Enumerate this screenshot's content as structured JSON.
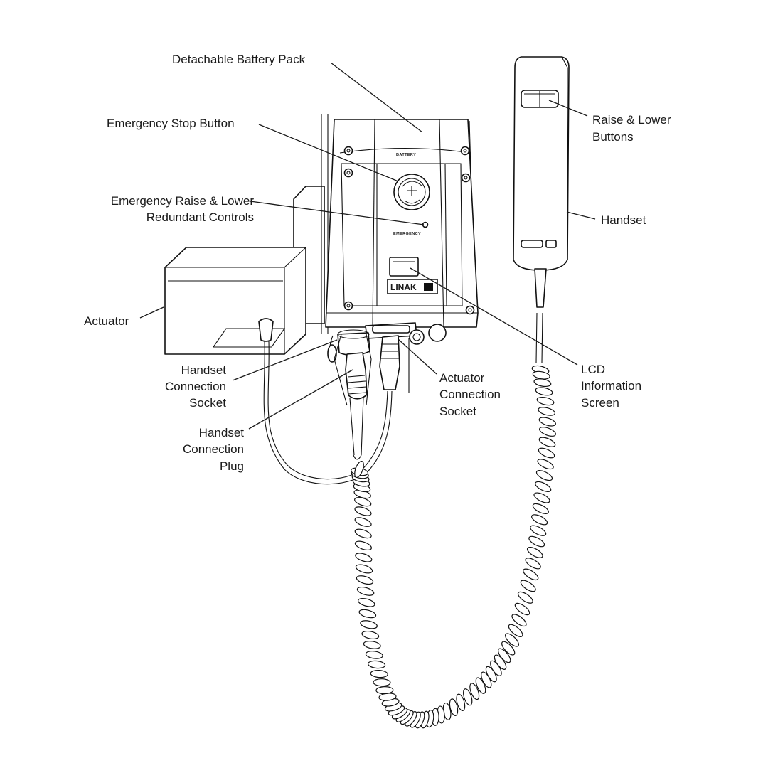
{
  "labels": {
    "battery_pack": "Detachable Battery Pack",
    "emergency_stop": "Emergency Stop Button",
    "emergency_controls_1": "Emergency Raise & Lower",
    "emergency_controls_2": "Redundant Controls",
    "actuator": "Actuator",
    "handset_socket_1": "Handset",
    "handset_socket_2": "Connection",
    "handset_socket_3": "Socket",
    "handset_plug_1": "Handset",
    "handset_plug_2": "Connection",
    "handset_plug_3": "Plug",
    "actuator_socket_1": "Actuator",
    "actuator_socket_2": "Connection",
    "actuator_socket_3": "Socket",
    "lcd_1": "LCD",
    "lcd_2": "Information",
    "lcd_3": "Screen",
    "raise_lower_1": "Raise & Lower",
    "raise_lower_2": "Buttons",
    "handset": "Handset"
  },
  "device_text": {
    "battery": "BATTERY",
    "emergency": "EMERGENCY",
    "brand": "LINAK"
  }
}
